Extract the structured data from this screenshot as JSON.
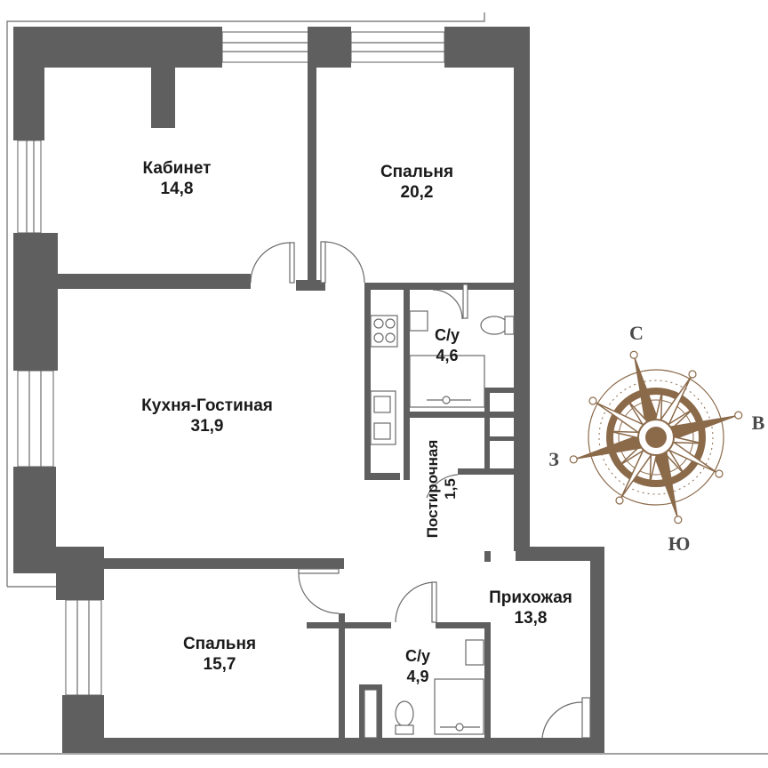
{
  "rooms": [
    {
      "id": "study",
      "name": "Кабинет",
      "area": "14,8"
    },
    {
      "id": "bedroom1",
      "name": "Спальня",
      "area": "20,2"
    },
    {
      "id": "bath1",
      "name": "С/у",
      "area": "4,6"
    },
    {
      "id": "kitchen",
      "name": "Кухня-Гостиная",
      "area": "31,9"
    },
    {
      "id": "laundry",
      "name": "Постирочная",
      "area": "1,5"
    },
    {
      "id": "hall",
      "name": "Прихожая",
      "area": "13,8"
    },
    {
      "id": "bedroom2",
      "name": "Спальня",
      "area": "15,7"
    },
    {
      "id": "bath2",
      "name": "С/у",
      "area": "4,9"
    }
  ],
  "compass": {
    "north": "С",
    "east": "В",
    "south": "Ю",
    "west": "З",
    "color": "#8b6a4a"
  },
  "colors": {
    "wall": "#5f5f5f",
    "background": "#ffffff"
  }
}
